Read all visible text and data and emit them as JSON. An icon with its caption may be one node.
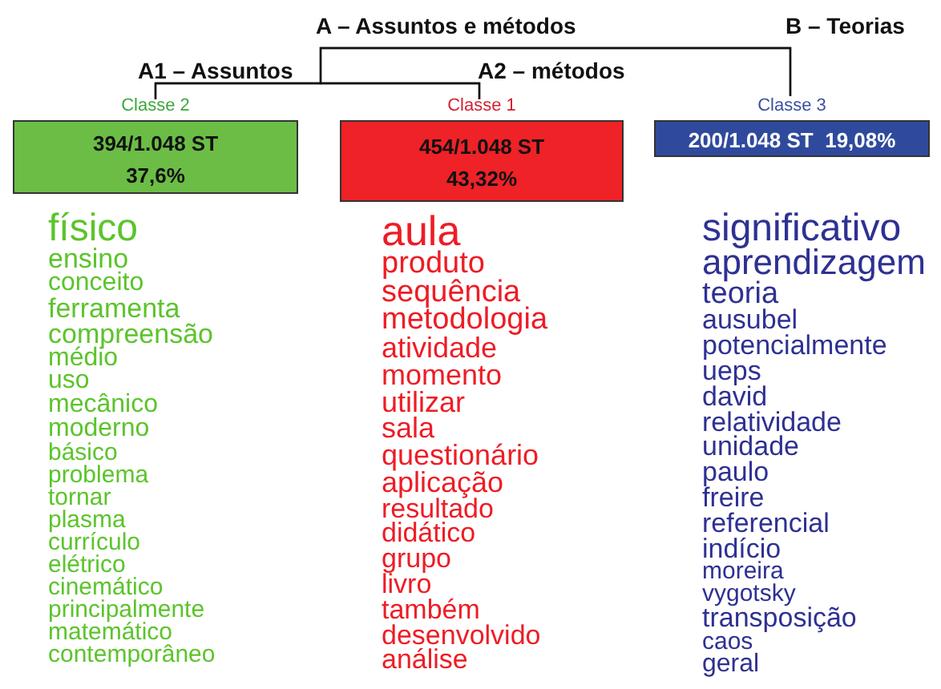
{
  "diagram": {
    "nodes": [
      {
        "text": [
          "A – Assuntos e métodos"
        ]
      },
      {
        "text": [
          "B – Teorias"
        ]
      },
      {
        "text": [
          "A1 – Assuntos"
        ]
      },
      {
        "text": [
          "A2 – métodos"
        ]
      },
      {
        "text": [
          "Classe 2",
          "394/1.048 ST 37,6%"
        ],
        "beside": [
          "físico",
          "ensino",
          "conceito",
          "ferramenta",
          "compreensão",
          "médio",
          "uso",
          "mecânico",
          "moderno",
          "básico",
          "problema",
          "tornar",
          "plasma",
          "currículo",
          "elétrico",
          "cinemático",
          "principalmente",
          "matemático",
          "contemporâneo"
        ]
      },
      {
        "text": [
          "Classe 1",
          "454/1.048 ST 43,32%"
        ],
        "beside": [
          "aula",
          "produto",
          "sequência",
          "metodologia",
          "atividade",
          "momento",
          "utilizar",
          "sala",
          "questionário",
          "aplicação",
          "resultado",
          "didático",
          "grupo",
          "livro",
          "também",
          "desenvolvido",
          "análise"
        ]
      },
      {
        "text": [
          "Classe 3",
          "200/1.048 ST  19,08%"
        ],
        "beside": [
          "significativo",
          "aprendizagem",
          "teoria",
          "ausubel",
          "potencialmente",
          "ueps",
          "david",
          "relatividade",
          "unidade",
          "paulo",
          "freire",
          "referencial",
          "indício",
          "moreira",
          "vygotsky",
          "transposição",
          "caos",
          "geral"
        ]
      }
    ],
    "edges": [
      {
        "from": 4,
        "to": 5,
        "arrow": "none"
      },
      {
        "from": 6,
        "to": 5,
        "arrow": "none"
      },
      {
        "from": 6,
        "to": 4,
        "arrow": "none"
      }
    ]
  }
}
